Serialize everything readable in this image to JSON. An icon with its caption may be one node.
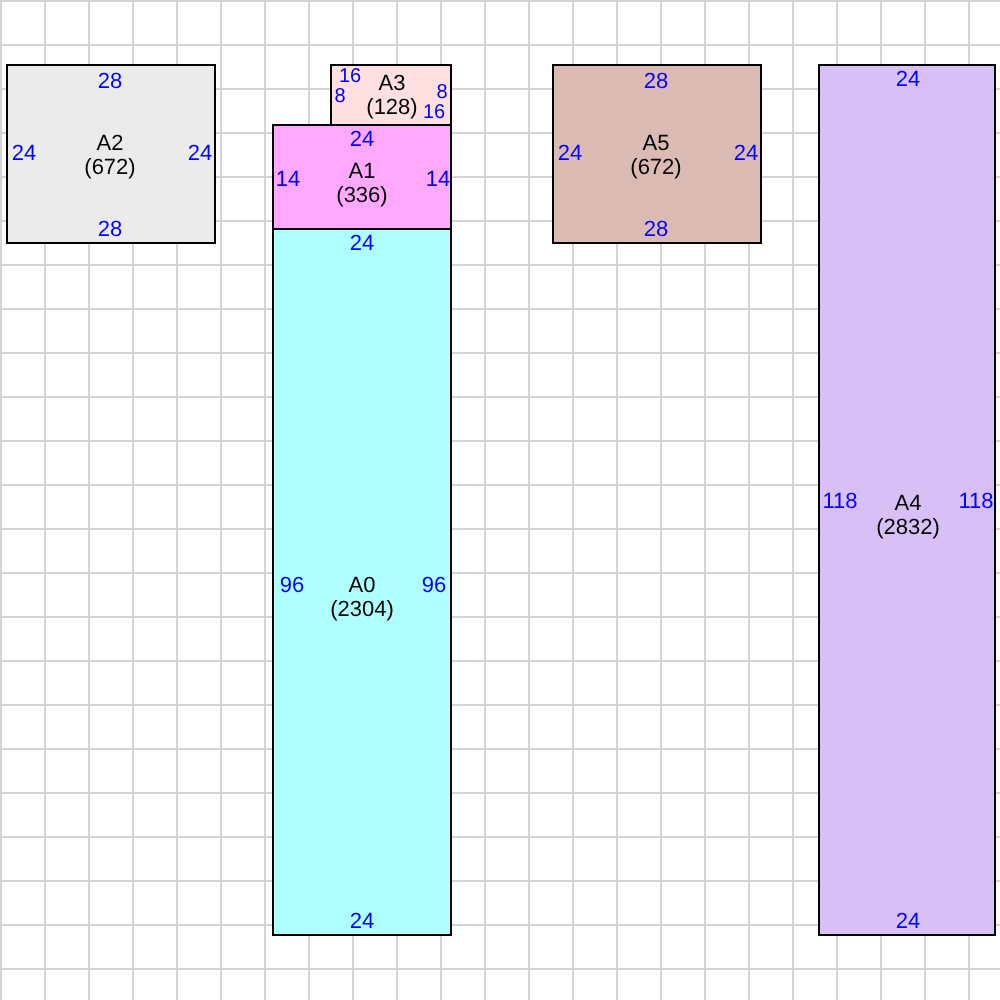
{
  "diagram": {
    "nodes": [
      {
        "text": [
          "28",
          "24",
          "A2 (672)",
          "24",
          "28"
        ]
      },
      {
        "text": [
          "16",
          "8",
          "A3 (128)",
          "8",
          "16"
        ]
      },
      {
        "text": [
          "28",
          "24",
          "A5 (672)",
          "24",
          "28"
        ]
      },
      {
        "text": [
          "24",
          "118",
          "A4 (2832)",
          "118",
          "24"
        ]
      },
      {
        "text": [
          "24",
          "14",
          "A1 (336)",
          "14"
        ]
      },
      {
        "text": [
          "24",
          "96",
          "A0 (2304)",
          "96",
          "24"
        ]
      }
    ]
  }
}
